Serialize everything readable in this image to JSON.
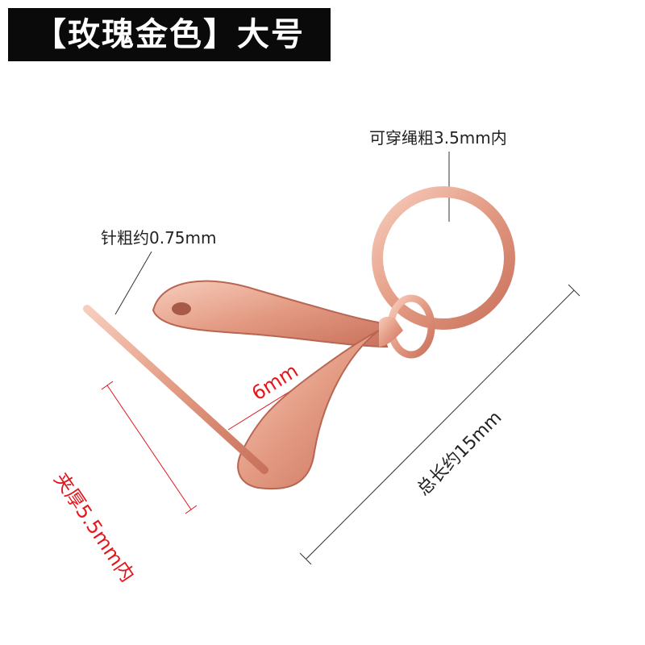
{
  "title": "【玫瑰金色】大号",
  "annotations": {
    "cord": "可穿绳粗3.5mm内",
    "needle": "针粗约0.75mm",
    "gap": "6mm",
    "clamp": "夹厚5.5mm内",
    "length": "总长约15mm"
  },
  "colors": {
    "rose_gold": "#e8a48e",
    "red": "#e3161b"
  }
}
